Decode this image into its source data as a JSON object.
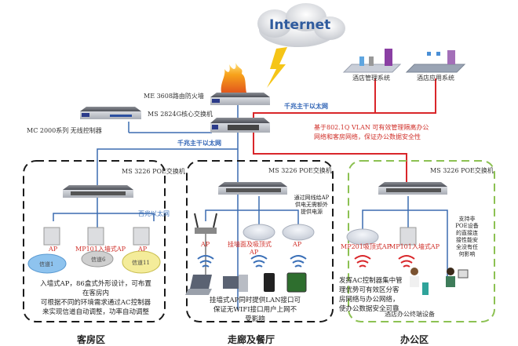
{
  "internet": {
    "label": "Internet"
  },
  "core": {
    "firewall": "ME 3608路由防火墙",
    "core_switch": "MS 2824G核心交换机",
    "controller": "MC 2000系列 无线控制器",
    "backbone_left": "千兆主干以太网",
    "backbone_right": "千兆主干以太网"
  },
  "servers": {
    "management": "酒店管理系统",
    "application": "酒店应用系统"
  },
  "vlan_note": [
    "基于802.1Q VLAN 可有效管理隔离办公",
    "网络和客房网络，保证办公数据安全性"
  ],
  "zones": [
    {
      "title": "客房区",
      "switch": "MS 3226 POE交换机",
      "uplink_label": "百兆以太网",
      "aps": [
        "AP",
        "MP101入墙式AP",
        "AP"
      ],
      "channels": [
        "信道1",
        "信道6",
        "信道11"
      ],
      "note": [
        "入墙式AP，86盒式外形设计，可布置",
        "在客房内",
        "可根据不同的环境需求通过AC控制器",
        "来实现信道自动调整，功率自动调整"
      ]
    },
    {
      "title": "走廊及餐厅",
      "switch": "MS 3226 POE交换机",
      "poe_note": [
        "通过网线给AP",
        "供电无需额外",
        "提供电源"
      ],
      "aps": [
        "AP",
        "挂墙面及吸顶式",
        "AP",
        "AP"
      ],
      "note": [
        "挂墙式AP同时提供LAN接口可",
        "保证无WIFI接口用户上网不",
        "受影响"
      ]
    },
    {
      "title": "办公区",
      "switch": "MS 3226 POE交换机",
      "aps": [
        "MP201吸顶式AP",
        "MP101入墙式AP"
      ],
      "side_note": [
        "支持非",
        "POE设备",
        "的直接连",
        "接性能安",
        "全没有任",
        "何影响"
      ],
      "note": [
        "发挥AC控制器集中管",
        "理优势可有效区分客",
        "房网络与办公网络，",
        "使办公数据安全可靠"
      ],
      "terminal_label": "酒店办公终端设备"
    }
  ],
  "colors": {
    "backbone_blue": "#3b6cb0",
    "vlan_red": "#d9262a",
    "office_green": "#8cc152",
    "dash_black": "#1a1a1a"
  }
}
